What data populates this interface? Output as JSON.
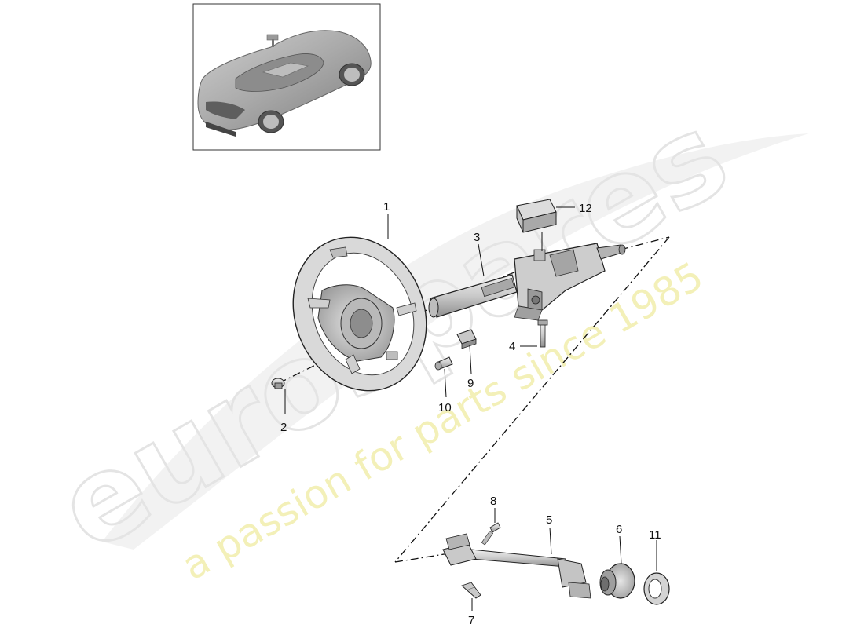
{
  "watermark": {
    "brand": "eurospares",
    "tagline": "a passion for parts since 1985"
  },
  "callouts": [
    "1",
    "2",
    "3",
    "4",
    "5",
    "6",
    "7",
    "8",
    "9",
    "10",
    "11",
    "12"
  ],
  "colors": {
    "line": "#111111",
    "part_fill": "#d7d7d7",
    "part_shade": "#9a9a9a",
    "watermark_gray": "#e9e9e9",
    "watermark_yellow": "#f3f0b8"
  }
}
